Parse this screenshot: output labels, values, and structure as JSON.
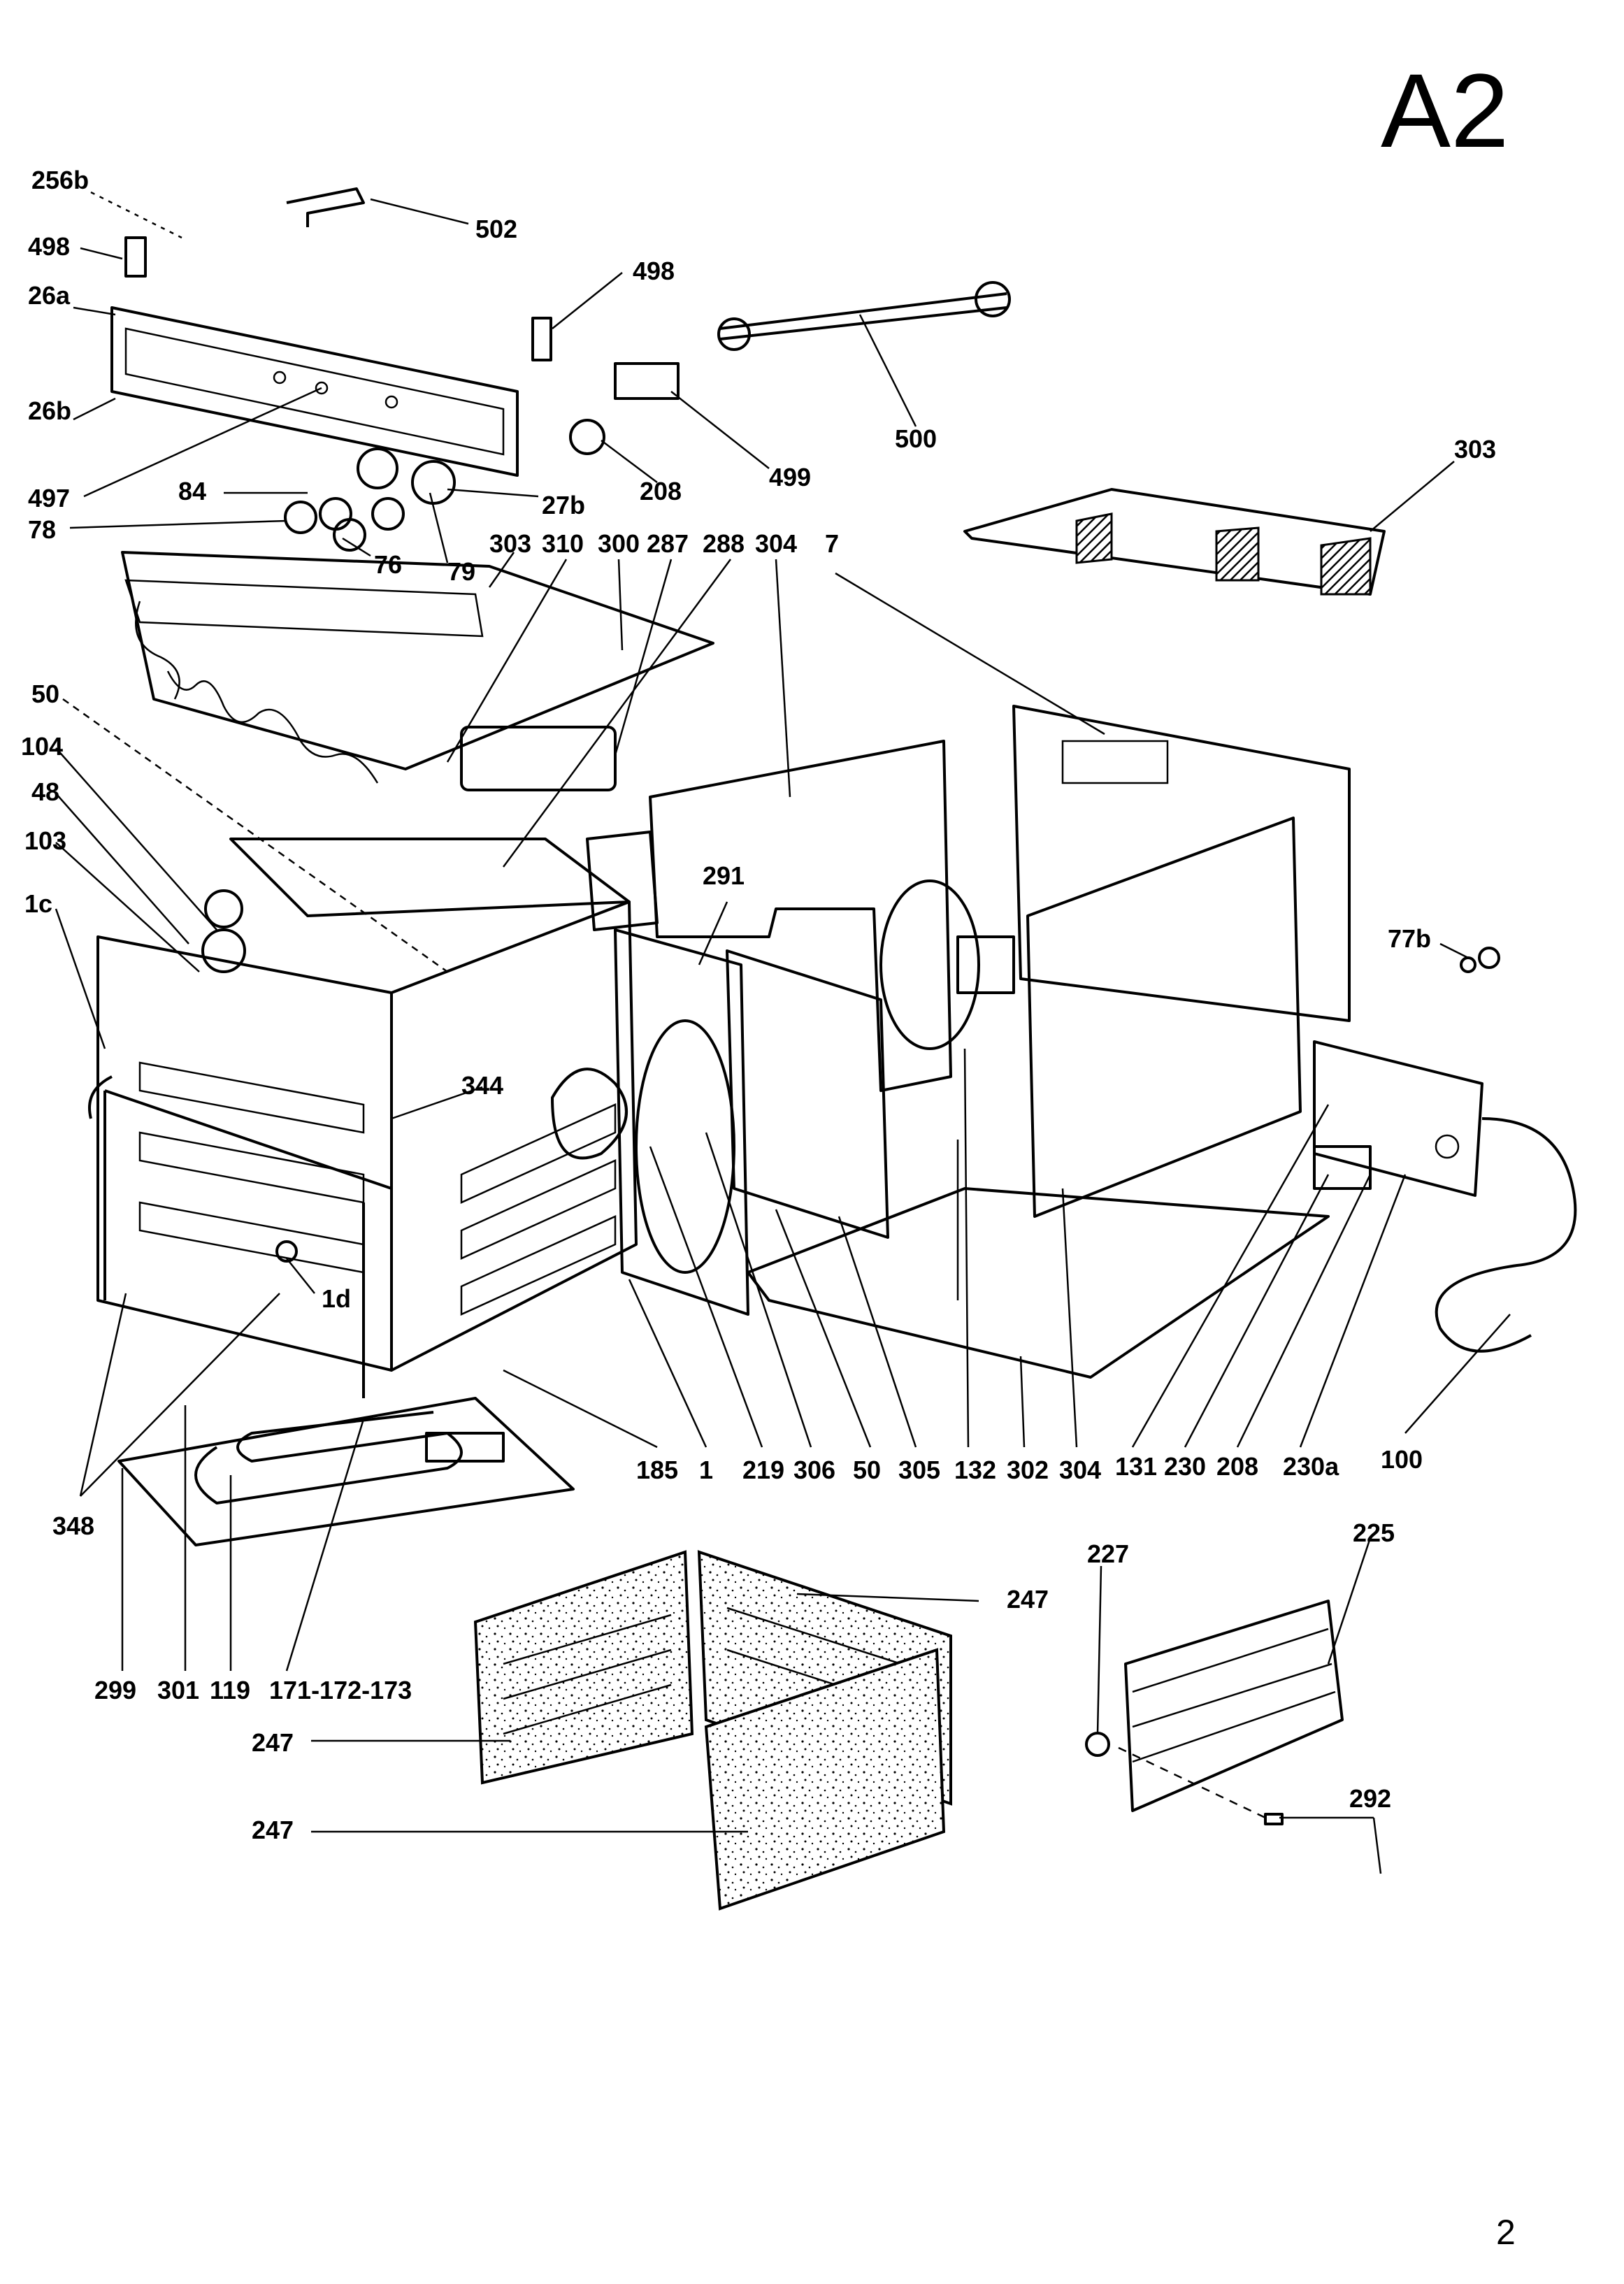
{
  "page_label": "A2",
  "page_number": "2",
  "callouts": {
    "c256b": "256b",
    "c498a": "498",
    "c26a": "26a",
    "c26b": "26b",
    "c497": "497",
    "c84": "84",
    "c78": "78",
    "c76": "76",
    "c79": "79",
    "c27b": "27b",
    "c502": "502",
    "c498b": "498",
    "c208a": "208",
    "c499": "499",
    "c500": "500",
    "c303a": "303",
    "c303b": "303",
    "c310": "310",
    "c300": "300",
    "c287": "287",
    "c288": "288",
    "c304a": "304",
    "c7": "7",
    "c50a": "50",
    "c104": "104",
    "c48": "48",
    "c103": "103",
    "c1c": "1c",
    "c291": "291",
    "c77b": "77b",
    "c344": "344",
    "c1d": "1d",
    "c348": "348",
    "c185": "185",
    "c1": "1",
    "c219": "219",
    "c306": "306",
    "c50b": "50",
    "c305": "305",
    "c132": "132",
    "c302": "302",
    "c304b": "304",
    "c131": "131",
    "c230": "230",
    "c208b": "208",
    "c230a": "230a",
    "c100": "100",
    "c299": "299",
    "c301": "301",
    "c119": "119",
    "c171": "171-172-173",
    "c247a": "247",
    "c247b": "247",
    "c247c": "247",
    "c227": "227",
    "c225": "225",
    "c292": "292"
  }
}
